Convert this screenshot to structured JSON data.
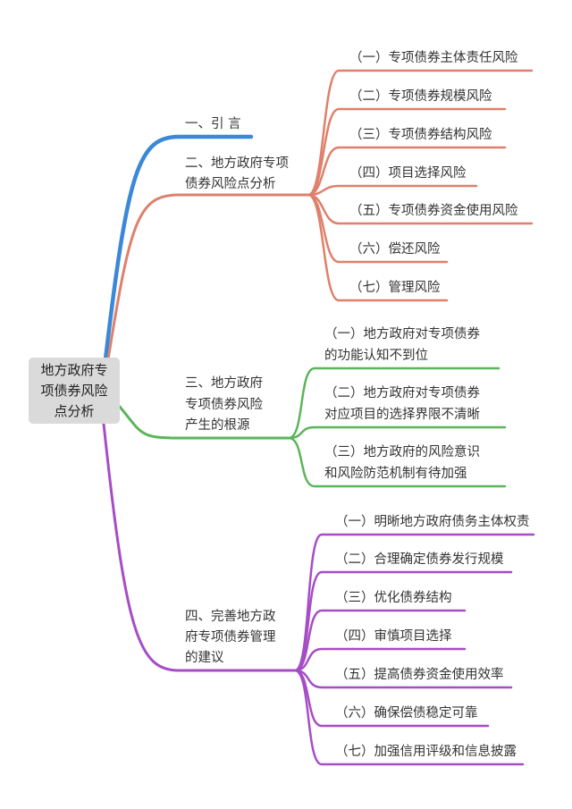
{
  "root": {
    "lines": [
      "地方政府专",
      "项债券风险",
      "点分析"
    ]
  },
  "colors": {
    "b1": "#3b87d8",
    "b2": "#de806b",
    "b3": "#5bb55a",
    "b4": "#a64dc6",
    "root_bg": "#dadada"
  },
  "branches": [
    {
      "lines": [
        "一、引 言"
      ],
      "children": []
    },
    {
      "lines": [
        "二、地方政府专项",
        "债券风险点分析"
      ],
      "children": [
        [
          "（一）专项债券主体责任风险"
        ],
        [
          "（二）专项债券规模风险"
        ],
        [
          "（三）专项债券结构风险"
        ],
        [
          "（四）项目选择风险"
        ],
        [
          "（五）专项债券资金使用风险"
        ],
        [
          "（六）偿还风险"
        ],
        [
          "（七）管理风险"
        ]
      ]
    },
    {
      "lines": [
        "三、地方政府",
        "专项债券风险",
        "产生的根源"
      ],
      "children": [
        [
          "（一）地方政府对专项债券",
          "的功能认知不到位"
        ],
        [
          "（二）地方政府对专项债券",
          "对应项目的选择界限不清晰"
        ],
        [
          "（三）地方政府的风险意识",
          "和风险防范机制有待加强"
        ]
      ]
    },
    {
      "lines": [
        "四、完善地方政",
        "府专项债券管理",
        "的建议"
      ],
      "children": [
        [
          "（一）明晰地方政府债务主体权责"
        ],
        [
          "（二）合理确定债券发行规模"
        ],
        [
          "（三）优化债券结构"
        ],
        [
          "（四）审慎项目选择"
        ],
        [
          "（五）提高债券资金使用效率"
        ],
        [
          "（六）确保偿债稳定可靠"
        ],
        [
          "（七）加强信用评级和信息披露"
        ]
      ]
    }
  ]
}
